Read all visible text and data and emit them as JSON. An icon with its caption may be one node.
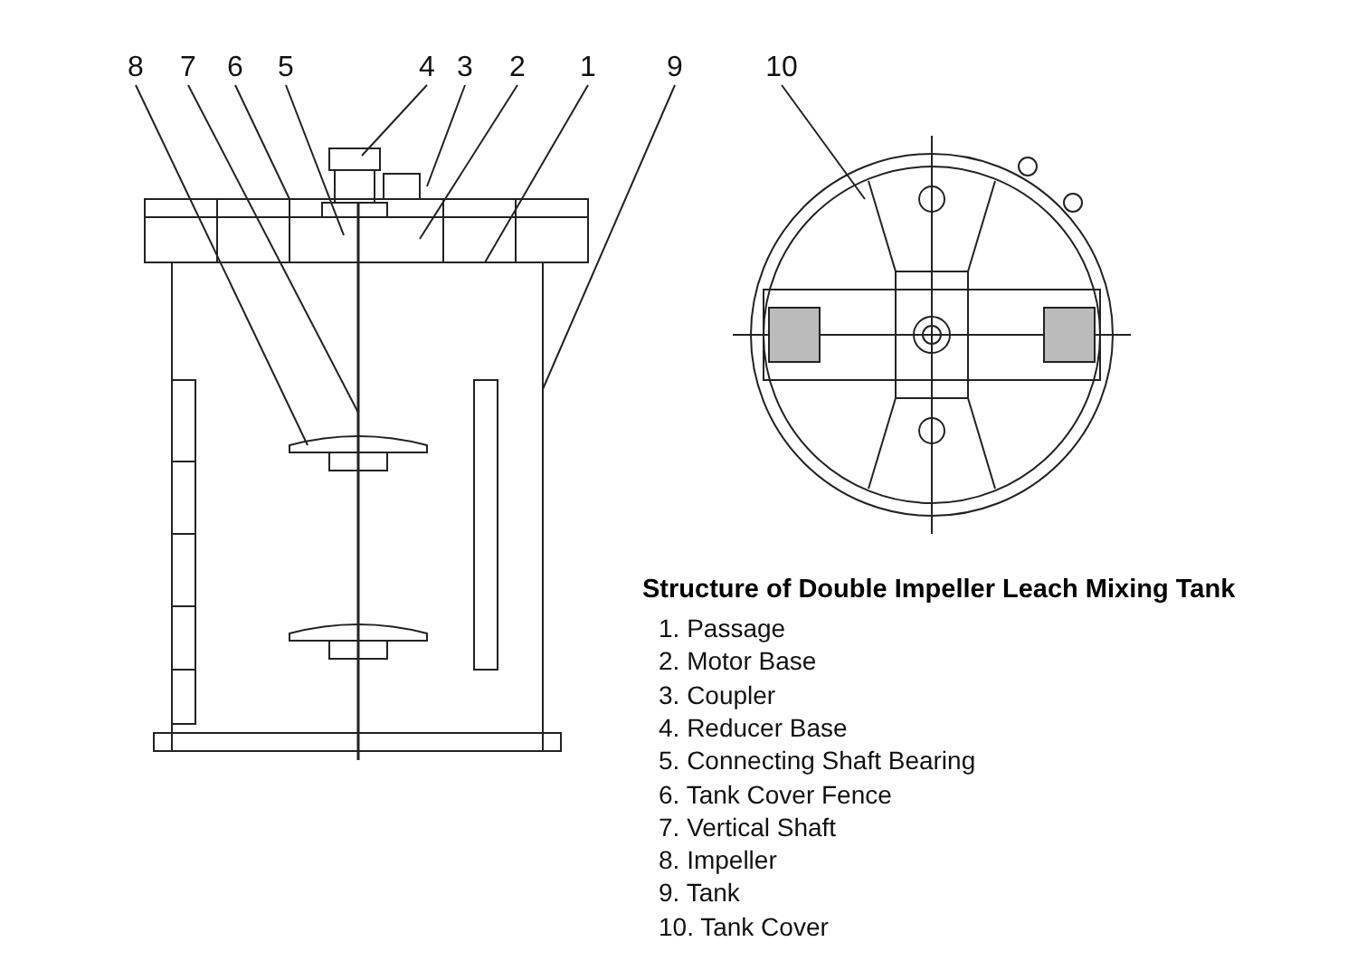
{
  "diagram": {
    "title": "Structure of Double Impeller Leach Mixing Tank",
    "nodes": [
      {
        "text": [
          "8"
        ]
      },
      {
        "text": [
          "7"
        ]
      },
      {
        "text": [
          "6"
        ]
      },
      {
        "text": [
          "5"
        ]
      },
      {
        "text": [
          "4"
        ]
      },
      {
        "text": [
          "3"
        ]
      },
      {
        "text": [
          "2"
        ]
      },
      {
        "text": [
          "1"
        ]
      },
      {
        "text": [
          "9"
        ]
      },
      {
        "text": [
          "10"
        ]
      }
    ],
    "edges": [
      {
        "from": 0,
        "to": null,
        "arrow": "none"
      },
      {
        "from": 1,
        "to": null,
        "arrow": "none"
      },
      {
        "from": 2,
        "to": null,
        "arrow": "none"
      },
      {
        "from": 3,
        "to": null,
        "arrow": "none"
      },
      {
        "from": 4,
        "to": null,
        "arrow": "none"
      },
      {
        "from": 5,
        "to": null,
        "arrow": "none"
      },
      {
        "from": 6,
        "to": null,
        "arrow": "none"
      },
      {
        "from": 7,
        "to": null,
        "arrow": "none"
      },
      {
        "from": 8,
        "to": null,
        "arrow": "none"
      },
      {
        "from": 9,
        "to": null,
        "arrow": "none"
      }
    ],
    "labels": [
      "1. Passage",
      "2. Motor Base",
      "3. Coupler",
      "4. Reducer Base",
      "5. Connecting Shaft Bearing",
      "6. Tank Cover Fence",
      "7. Vertical Shaft",
      "8. Impeller",
      "9. Tank",
      "10. Tank Cover"
    ]
  }
}
